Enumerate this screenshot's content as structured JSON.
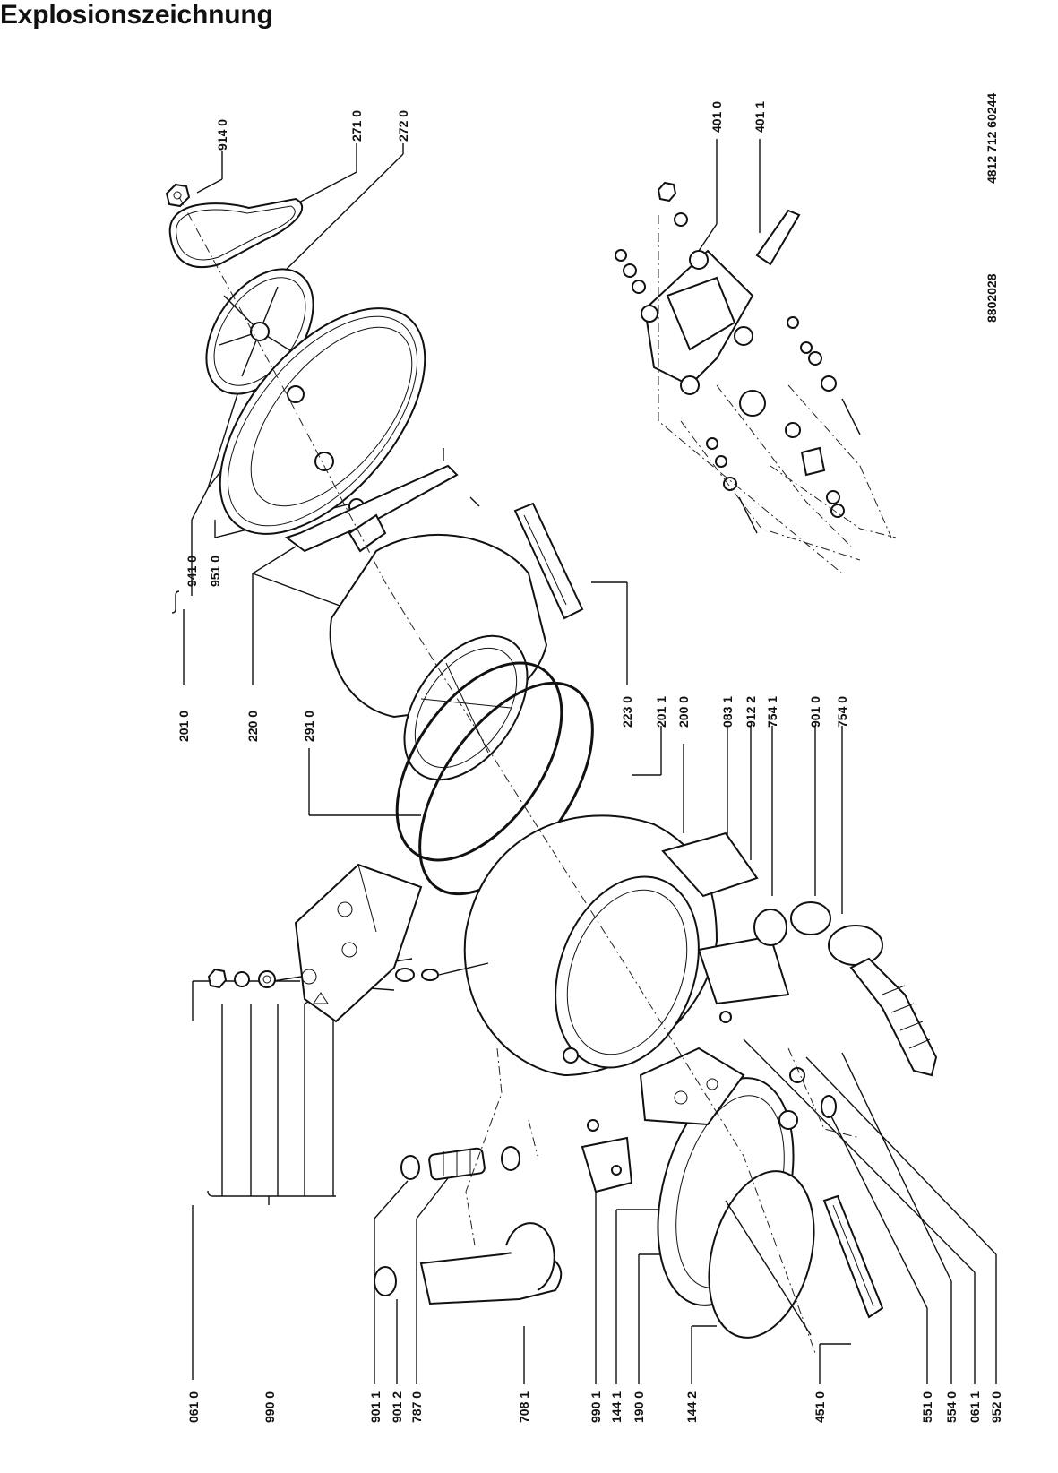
{
  "title": "Explosionszeichnung",
  "doc_number": "8802028",
  "part_number_ref": "4812 712 60244",
  "labels": {
    "p0610": "061 0",
    "p9900": "990 0",
    "p9011": "901 1",
    "p9012": "901 2",
    "p7870": "787 0",
    "p7081": "708 1",
    "p9901": "990 1",
    "p1441": "144 1",
    "p1900": "190 0",
    "p1442": "144 2",
    "p4510": "451 0",
    "p5510": "551 0",
    "p5540": "554 0",
    "p0611": "061 1",
    "p9520": "952 0",
    "p9410": "941 0",
    "p9510": "951 0",
    "p2010": "201 0",
    "p2200": "220 0",
    "p2910": "291 0",
    "p2230": "223 0",
    "p2011": "201 1",
    "p2000": "200 0",
    "p0831": "083 1",
    "p9122": "912 2",
    "p7541": "754 1",
    "p9010": "901 0",
    "p7540": "754 0",
    "p9140": "914 0",
    "p2710": "271 0",
    "p2720": "272 0",
    "p4010": "401 0",
    "p4011": "401 1"
  }
}
